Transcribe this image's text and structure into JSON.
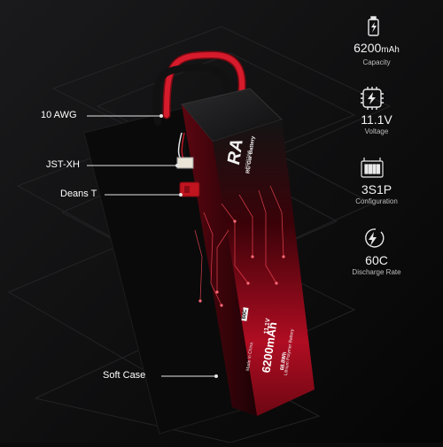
{
  "callouts": {
    "awg": "10 AWG",
    "jst": "JST-XH",
    "deans": "Deans T",
    "case": "Soft Case"
  },
  "specs": [
    {
      "value": "6200",
      "unit": "mAh",
      "caption": "Capacity",
      "icon": "battery-icon"
    },
    {
      "value": "11.1V",
      "caption": "Voltage",
      "icon": "chip-bolt-icon"
    },
    {
      "value": "3S1P",
      "caption": "Configuration",
      "icon": "cell-pack-icon"
    },
    {
      "value": "60C",
      "caption": "Discharge Rate",
      "icon": "bolt-circle-icon"
    }
  ],
  "battery_print": {
    "logo": "RA",
    "line1": "RC Car Battery",
    "line2": "CR2360",
    "capacity": "6200mAh",
    "voltage": "11.1V",
    "rate": "60C",
    "made_in": "Made in China",
    "chem": "Lithium Polymer Battery",
    "energy": "68.8Wh"
  },
  "colors": {
    "accent_red": "#c8102e",
    "dark": "#0b0b0c"
  }
}
